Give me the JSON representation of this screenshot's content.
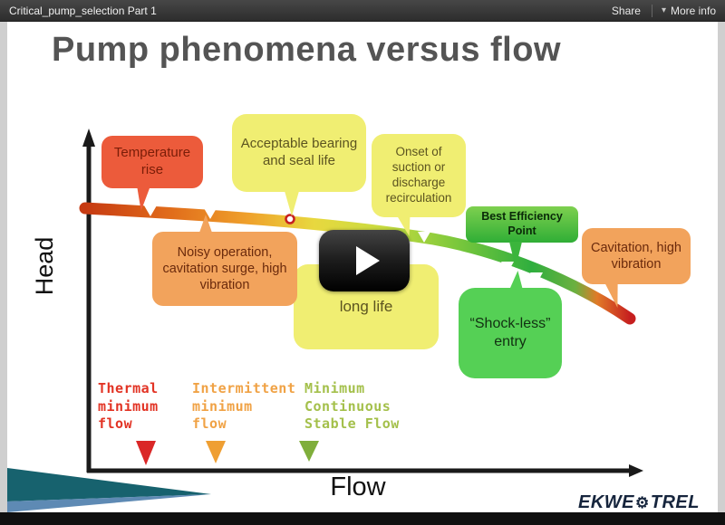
{
  "player": {
    "title": "Critical_pump_selection Part 1",
    "share_label": "Share",
    "more_info_label": "More info"
  },
  "slide": {
    "title": "Pump phenomena versus flow",
    "axes": {
      "y_label": "Head",
      "x_label": "Flow"
    },
    "callouts": {
      "temperature_rise": "Temperature rise",
      "acceptable_bearing": "Acceptable bearing and seal life",
      "onset_recirculation": "Onset of suction or discharge recirculation",
      "best_efficiency": "Best Efficiency Point",
      "cavitation": "Cavitation, high vibration",
      "noisy_operation": "Noisy operation, cavitation surge, high vibration",
      "long_life": "long life",
      "shockless_entry": "“Shock-less” entry"
    },
    "flow_markers": [
      {
        "label": "Thermal\nminimum\nflow",
        "color": "#e23324"
      },
      {
        "label": "Intermittent\nminimum\nflow",
        "color": "#f0a245"
      },
      {
        "label": "Minimum\nContinuous\nStable Flow",
        "color": "#a4c04b"
      }
    ],
    "logo": {
      "prefix": "EKWE",
      "suffix": "TREL"
    }
  },
  "colors": {
    "callout_red": "#ec5b3b",
    "callout_orange": "#f2a35c",
    "callout_yellow": "#f0ee72",
    "callout_green_bep": "#3bb53c",
    "callout_green_shockless": "#55d055",
    "curve_start": "#c63a12",
    "curve_yellow": "#e8d83f",
    "curve_green": "#2fae3e",
    "curve_end": "#c61f1f"
  }
}
